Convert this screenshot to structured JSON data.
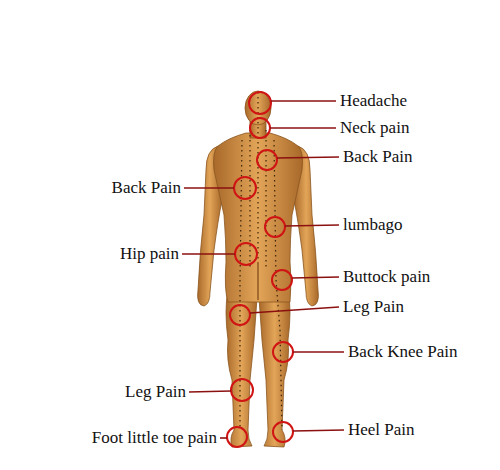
{
  "diagram": {
    "labels": [
      "Headache",
      "Neck pain",
      "Back Pain",
      "Back Pain",
      "lumbago",
      "Hip pain",
      "Buttock pain",
      "Leg Pain",
      "Back Knee Pain",
      "Leg Pain",
      "Heel Pain",
      "Foot little toe pain"
    ]
  }
}
